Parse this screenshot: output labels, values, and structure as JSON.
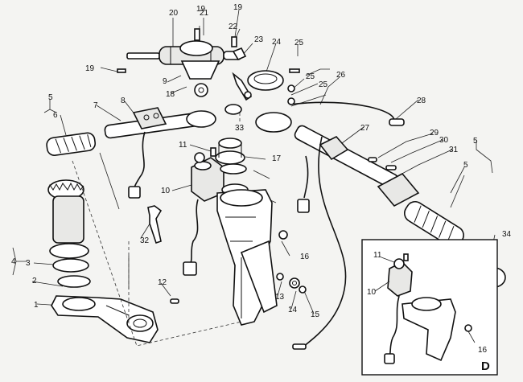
{
  "callouts": [
    "1",
    "2",
    "3",
    "4",
    "5",
    "6",
    "7",
    "8",
    "9",
    "10",
    "11",
    "12",
    "13",
    "14",
    "15",
    "16",
    "17",
    "18",
    "19",
    "20",
    "21",
    "22",
    "23",
    "24",
    "25",
    "26",
    "27",
    "28",
    "29",
    "30",
    "31",
    "32",
    "33",
    "34"
  ],
  "inset": {
    "letter": "D",
    "callouts": [
      "11",
      "10",
      "16"
    ]
  }
}
